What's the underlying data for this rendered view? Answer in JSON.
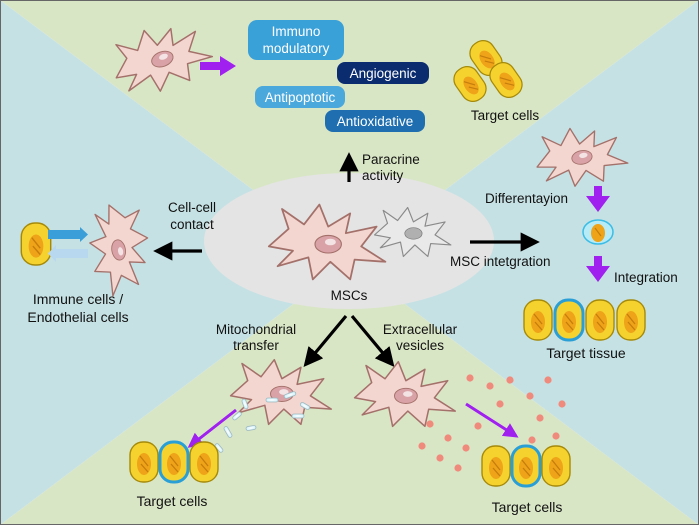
{
  "center": {
    "label": "MSCs"
  },
  "paracrine": {
    "label_line1": "Paracrine",
    "label_line2": "activity",
    "effects": [
      {
        "line1": "Immuno",
        "line2": "modulatory",
        "color": "#3aa0d8"
      },
      {
        "line1": "Angiogenic",
        "line2": "",
        "color": "#0b2c6f"
      },
      {
        "line1": "Antipoptotic",
        "line2": "",
        "color": "#4aa8dc"
      },
      {
        "line1": "Antioxidative",
        "line2": "",
        "color": "#1f6fb0"
      }
    ],
    "target_label": "Target cells"
  },
  "cell_contact": {
    "label_line1": "Cell-cell",
    "label_line2": "contact",
    "target_line1": "Immune cells /",
    "target_line2": "Endothelial cells"
  },
  "integration": {
    "label": "MSC intetgration",
    "step1": "Differentayion",
    "step2": "Integration",
    "target_label": "Target tissue"
  },
  "mito": {
    "label_line1": "Mitochondrial",
    "label_line2": "transfer",
    "target_label": "Target cells"
  },
  "ev": {
    "label_line1": "Extracellular",
    "label_line2": "vesicles",
    "target_label": "Target cells"
  },
  "colors": {
    "green_sector": "#d9e6c6",
    "blue_sector": "#c6e1e4",
    "center_ellipse": "#e4e4e4",
    "arrow_purple": "#a020f0",
    "cell_pink": "#f3d6d0",
    "cell_outline": "#a4706a",
    "yellow_cell": "#f6d22e"
  }
}
